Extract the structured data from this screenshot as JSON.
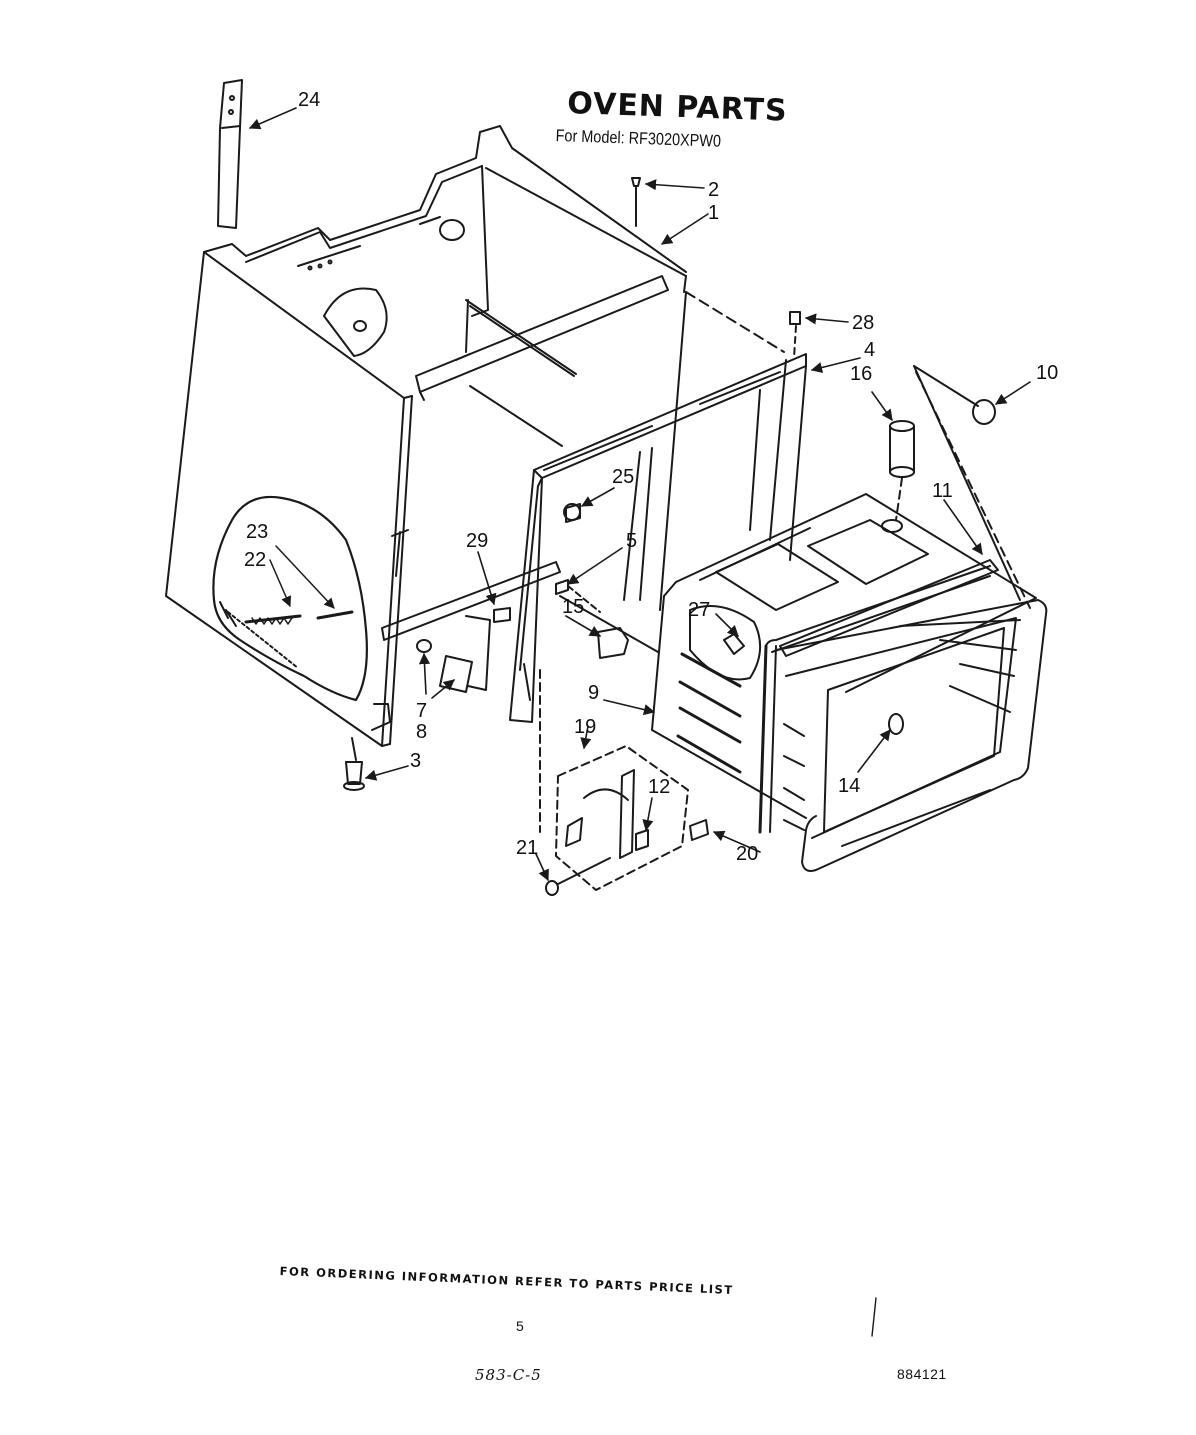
{
  "header": {
    "title": "OVEN PARTS",
    "model_line": "For Model: RF3020XPW0"
  },
  "callouts": [
    {
      "id": "24",
      "label": "24"
    },
    {
      "id": "2",
      "label": "2"
    },
    {
      "id": "1",
      "label": "1"
    },
    {
      "id": "28",
      "label": "28"
    },
    {
      "id": "4",
      "label": "4"
    },
    {
      "id": "16",
      "label": "16"
    },
    {
      "id": "10",
      "label": "10"
    },
    {
      "id": "11",
      "label": "11"
    },
    {
      "id": "25",
      "label": "25"
    },
    {
      "id": "29",
      "label": "29"
    },
    {
      "id": "5",
      "label": "5"
    },
    {
      "id": "15",
      "label": "15"
    },
    {
      "id": "23",
      "label": "23"
    },
    {
      "id": "22",
      "label": "22"
    },
    {
      "id": "27",
      "label": "27"
    },
    {
      "id": "7",
      "label": "7"
    },
    {
      "id": "8",
      "label": "8"
    },
    {
      "id": "9",
      "label": "9"
    },
    {
      "id": "19",
      "label": "19"
    },
    {
      "id": "12",
      "label": "12"
    },
    {
      "id": "14",
      "label": "14"
    },
    {
      "id": "3",
      "label": "3"
    },
    {
      "id": "21",
      "label": "21"
    },
    {
      "id": "20",
      "label": "20"
    }
  ],
  "footer": {
    "ordering_note": "FOR ORDERING INFORMATION REFER TO PARTS PRICE LIST",
    "page_number": "5",
    "left_code": "583-C-5",
    "right_code": "884121"
  }
}
